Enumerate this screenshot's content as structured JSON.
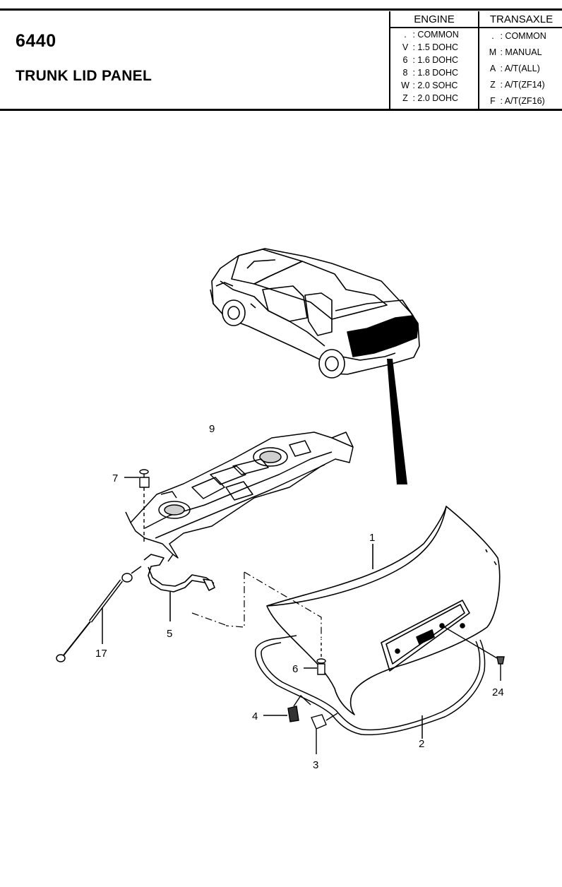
{
  "page": {
    "code": "6440",
    "title": "TRUNK LID PANEL"
  },
  "legend": {
    "engine": {
      "header": "ENGINE",
      "rows": [
        {
          "key": ".",
          "value": ": COMMON"
        },
        {
          "key": "V",
          "value": ": 1.5 DOHC"
        },
        {
          "key": "6",
          "value": ": 1.6 DOHC"
        },
        {
          "key": "8",
          "value": ": 1.8 DOHC"
        },
        {
          "key": "W",
          "value": ": 2.0 SOHC"
        },
        {
          "key": "Z",
          "value": ": 2.0 DOHC"
        }
      ]
    },
    "transaxle": {
      "header": "TRANSAXLE",
      "rows": [
        {
          "key": ".",
          "value": ": COMMON"
        },
        {
          "key": "M",
          "value": ": MANUAL"
        },
        {
          "key": "A",
          "value": ": A/T(ALL)"
        },
        {
          "key": "Z",
          "value": ": A/T(ZF14)"
        },
        {
          "key": "F",
          "value": ": A/T(ZF16)"
        }
      ]
    }
  },
  "callouts": {
    "c1": "1",
    "c2": "2",
    "c3": "3",
    "c4": "4",
    "c5": "5",
    "c6": "6",
    "c7": "7",
    "c9": "9",
    "c17": "17",
    "c24": "24"
  }
}
